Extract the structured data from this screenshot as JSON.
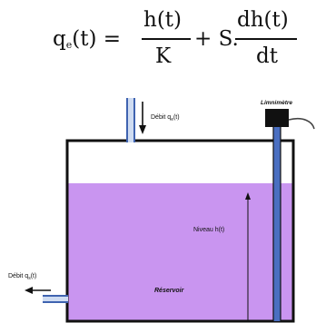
{
  "equation": {
    "lhs_q": "q",
    "lhs_sub": "e",
    "lhs_t": "(t) =",
    "frac1_num": "h(t)",
    "frac1_den": "K",
    "plus_s": "+ S.",
    "frac2_num": "dh(t)",
    "frac2_den": "dt"
  },
  "diagram": {
    "inflow_label": "Débit q",
    "inflow_sub": "e",
    "inflow_suffix": "(t)",
    "sensor_label": "Limnimètre",
    "level_label": "Niveau h(t)",
    "tank_label": "Réservoir",
    "outflow_label": "Débit q",
    "outflow_sub": "s",
    "outflow_suffix": "(t)"
  },
  "colors": {
    "liquid": "#c995f0",
    "tank_outline": "#111111",
    "pipe": "#3f63b0",
    "pipe_fill": "#cfdcf2",
    "sensor_body": "#111111",
    "sensor_rod": "#4a6fc1"
  }
}
